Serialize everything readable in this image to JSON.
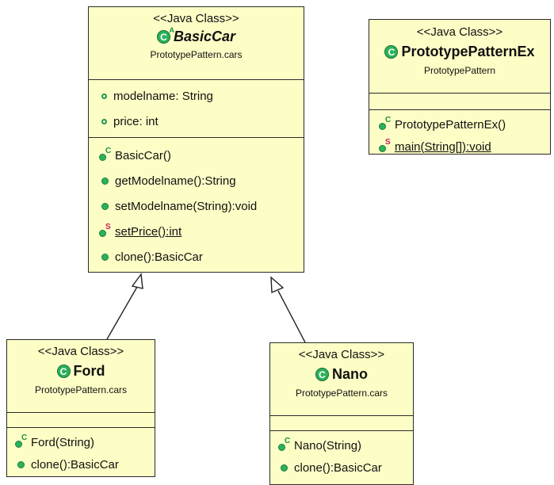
{
  "classes": {
    "basiccar": {
      "stereotype": "<<Java Class>>",
      "name": "BasicCar",
      "package": "PrototypePattern.cars",
      "fields": [
        "modelname: String",
        "price: int"
      ],
      "methods": [
        "BasicCar()",
        "getModelname():String",
        "setModelname(String):void",
        "setPrice():int",
        "clone():BasicCar"
      ]
    },
    "prototypepatternex": {
      "stereotype": "<<Java Class>>",
      "name": "PrototypePatternEx",
      "package": "PrototypePattern",
      "methods": [
        "PrototypePatternEx()",
        "main(String[]):void"
      ]
    },
    "ford": {
      "stereotype": "<<Java Class>>",
      "name": "Ford",
      "package": "PrototypePattern.cars",
      "methods": [
        "Ford(String)",
        "clone():BasicCar"
      ]
    },
    "nano": {
      "stereotype": "<<Java Class>>",
      "name": "Nano",
      "package": "PrototypePattern.cars",
      "methods": [
        "Nano(String)",
        "clone():BasicCar"
      ]
    }
  },
  "icons": {
    "class": "class-icon",
    "abstract_marker": "A",
    "constructor_marker": "C",
    "static_marker": "S"
  },
  "colors": {
    "class_fill": "#fdfdc6",
    "border": "#2a2a2a",
    "visibility_green": "#2cb25a",
    "static_marker": "#c0205a"
  }
}
